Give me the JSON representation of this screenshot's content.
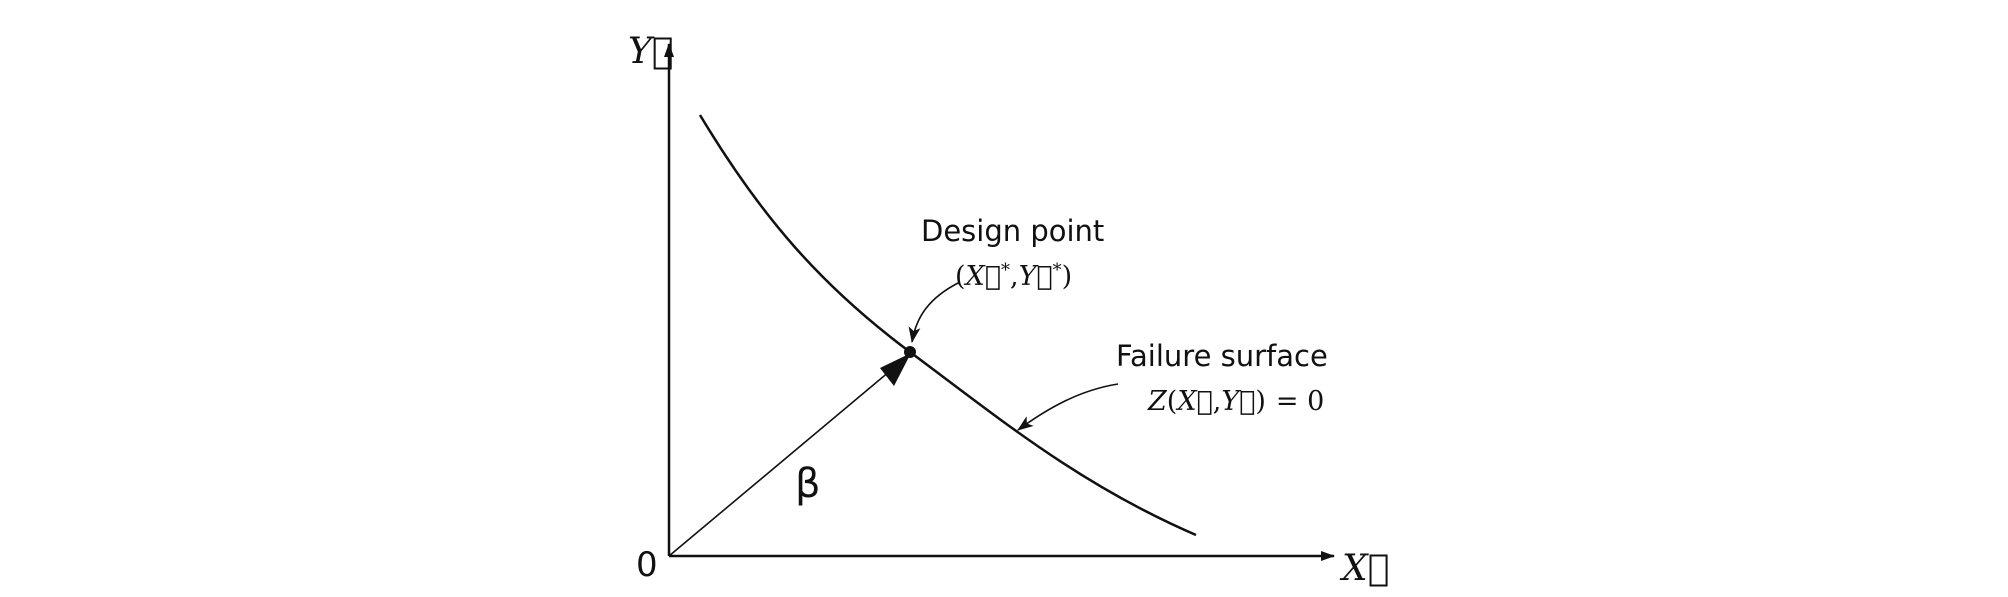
{
  "origin_label": "0",
  "axes": {
    "x_label": "X",
    "y_label": "Y",
    "vector_mark": "⃗"
  },
  "reliability_index": {
    "label": "β"
  },
  "design_point": {
    "label": "Design point",
    "coords_open": "(",
    "coord_x": "X",
    "coord_sep": ",",
    "coord_y": "Y",
    "coord_close": ")",
    "star": "*"
  },
  "failure_surface": {
    "label": "Failure surface",
    "eq_fn": "Z",
    "eq_open": "(",
    "eq_x": "X",
    "eq_sep": ",",
    "eq_y": "Y",
    "eq_close": ")",
    "eq_rhs": "= 0"
  },
  "colors": {
    "stroke": "#111111",
    "background": "#ffffff"
  }
}
